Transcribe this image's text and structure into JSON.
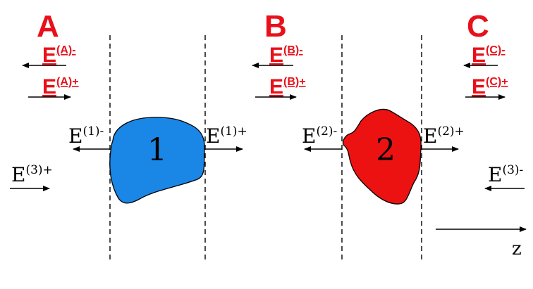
{
  "colors": {
    "red": "#e8101a",
    "blue": "#1a86e6",
    "blob_red": "#ec1212",
    "ink": "#000000"
  },
  "regions": [
    {
      "letter": "A",
      "backward": {
        "base": "E",
        "sup": "(A)-"
      },
      "forward": {
        "base": "E",
        "sup": "(A)+"
      }
    },
    {
      "letter": "B",
      "backward": {
        "base": "E",
        "sup": "(B)-"
      },
      "forward": {
        "base": "E",
        "sup": "(B)+"
      }
    },
    {
      "letter": "C",
      "backward": {
        "base": "E",
        "sup": "(C)-"
      },
      "forward": {
        "base": "E",
        "sup": "(C)+"
      }
    }
  ],
  "objects": [
    {
      "label": "1",
      "fill": "#1a86e6",
      "left_field": {
        "base": "E",
        "sup": "(1)-"
      },
      "right_field": {
        "base": "E",
        "sup": "(1)+"
      }
    },
    {
      "label": "2",
      "fill": "#ec1212",
      "left_field": {
        "base": "E",
        "sup": "(2)-"
      },
      "right_field": {
        "base": "E",
        "sup": "(2)+"
      }
    }
  ],
  "incident": {
    "left": {
      "base": "E",
      "sup": "(3)+"
    },
    "right": {
      "base": "E",
      "sup": "(3)-"
    }
  },
  "axis": {
    "label": "z"
  }
}
